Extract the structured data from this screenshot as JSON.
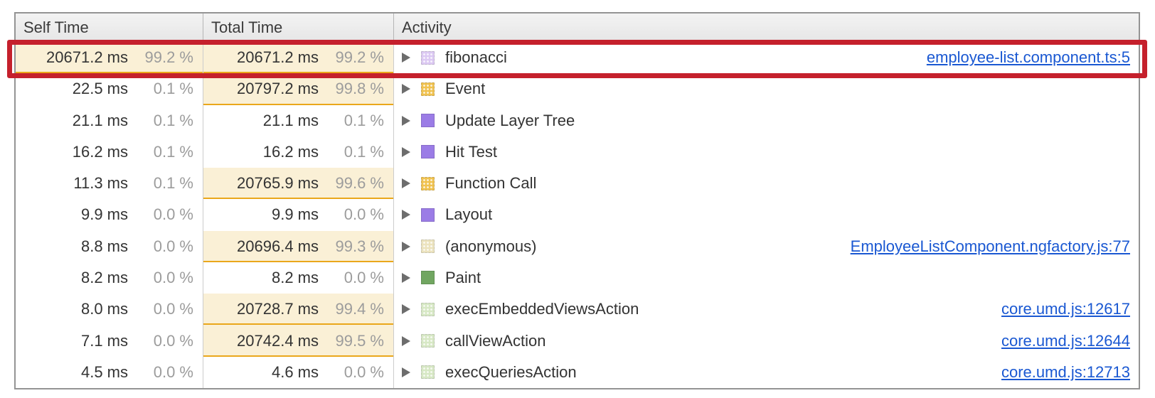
{
  "header": {
    "self_label": "Self Time",
    "total_label": "Total Time",
    "activity_label": "Activity"
  },
  "rows": [
    {
      "self_time": "20671.2 ms",
      "self_pct": "99.2 %",
      "self_hot": true,
      "total_time": "20671.2 ms",
      "total_pct": "99.2 %",
      "total_hot": true,
      "name": "fibonacci",
      "swatch": "purple-light",
      "link": "employee-list.component.ts:5",
      "annotated": true
    },
    {
      "self_time": "22.5 ms",
      "self_pct": "0.1 %",
      "total_time": "20797.2 ms",
      "total_pct": "99.8 %",
      "total_hot": true,
      "name": "Event",
      "swatch": "yellow"
    },
    {
      "self_time": "21.1 ms",
      "self_pct": "0.1 %",
      "total_time": "21.1 ms",
      "total_pct": "0.1 %",
      "name": "Update Layer Tree",
      "swatch": "purple"
    },
    {
      "self_time": "16.2 ms",
      "self_pct": "0.1 %",
      "total_time": "16.2 ms",
      "total_pct": "0.1 %",
      "name": "Hit Test",
      "swatch": "purple"
    },
    {
      "self_time": "11.3 ms",
      "self_pct": "0.1 %",
      "total_time": "20765.9 ms",
      "total_pct": "99.6 %",
      "total_hot": true,
      "name": "Function Call",
      "swatch": "yellow"
    },
    {
      "self_time": "9.9 ms",
      "self_pct": "0.0 %",
      "total_time": "9.9 ms",
      "total_pct": "0.0 %",
      "name": "Layout",
      "swatch": "purple"
    },
    {
      "self_time": "8.8 ms",
      "self_pct": "0.0 %",
      "total_time": "20696.4 ms",
      "total_pct": "99.3 %",
      "total_hot": true,
      "name": "(anonymous)",
      "swatch": "cream",
      "link": "EmployeeListComponent.ngfactory.js:77"
    },
    {
      "self_time": "8.2 ms",
      "self_pct": "0.0 %",
      "total_time": "8.2 ms",
      "total_pct": "0.0 %",
      "name": "Paint",
      "swatch": "green"
    },
    {
      "self_time": "8.0 ms",
      "self_pct": "0.0 %",
      "total_time": "20728.7 ms",
      "total_pct": "99.4 %",
      "total_hot": true,
      "name": "execEmbeddedViewsAction",
      "swatch": "green-light",
      "link": "core.umd.js:12617"
    },
    {
      "self_time": "7.1 ms",
      "self_pct": "0.0 %",
      "total_time": "20742.4 ms",
      "total_pct": "99.5 %",
      "total_hot": true,
      "name": "callViewAction",
      "swatch": "green-light",
      "link": "core.umd.js:12644"
    },
    {
      "self_time": "4.5 ms",
      "self_pct": "0.0 %",
      "total_time": "4.6 ms",
      "total_pct": "0.0 %",
      "name": "execQueriesAction",
      "swatch": "green-light",
      "link": "core.umd.js:12713"
    }
  ],
  "swatch_colors": {
    "purple-light": "#dcc9f3",
    "yellow": "#f0c250",
    "purple": "#9b7ce6",
    "cream": "#ece3be",
    "green": "#71a661",
    "green-light": "#d7e8c5"
  },
  "swatch_textured": {
    "purple-light": true,
    "yellow": true,
    "purple": false,
    "cream": true,
    "green": false,
    "green-light": true
  },
  "colors": {
    "hot_cell_bg": "#faf0d6",
    "hot_cell_border": "#eaa71b",
    "link_blue": "#1a58d2",
    "annotation_red": "#c5202c"
  }
}
